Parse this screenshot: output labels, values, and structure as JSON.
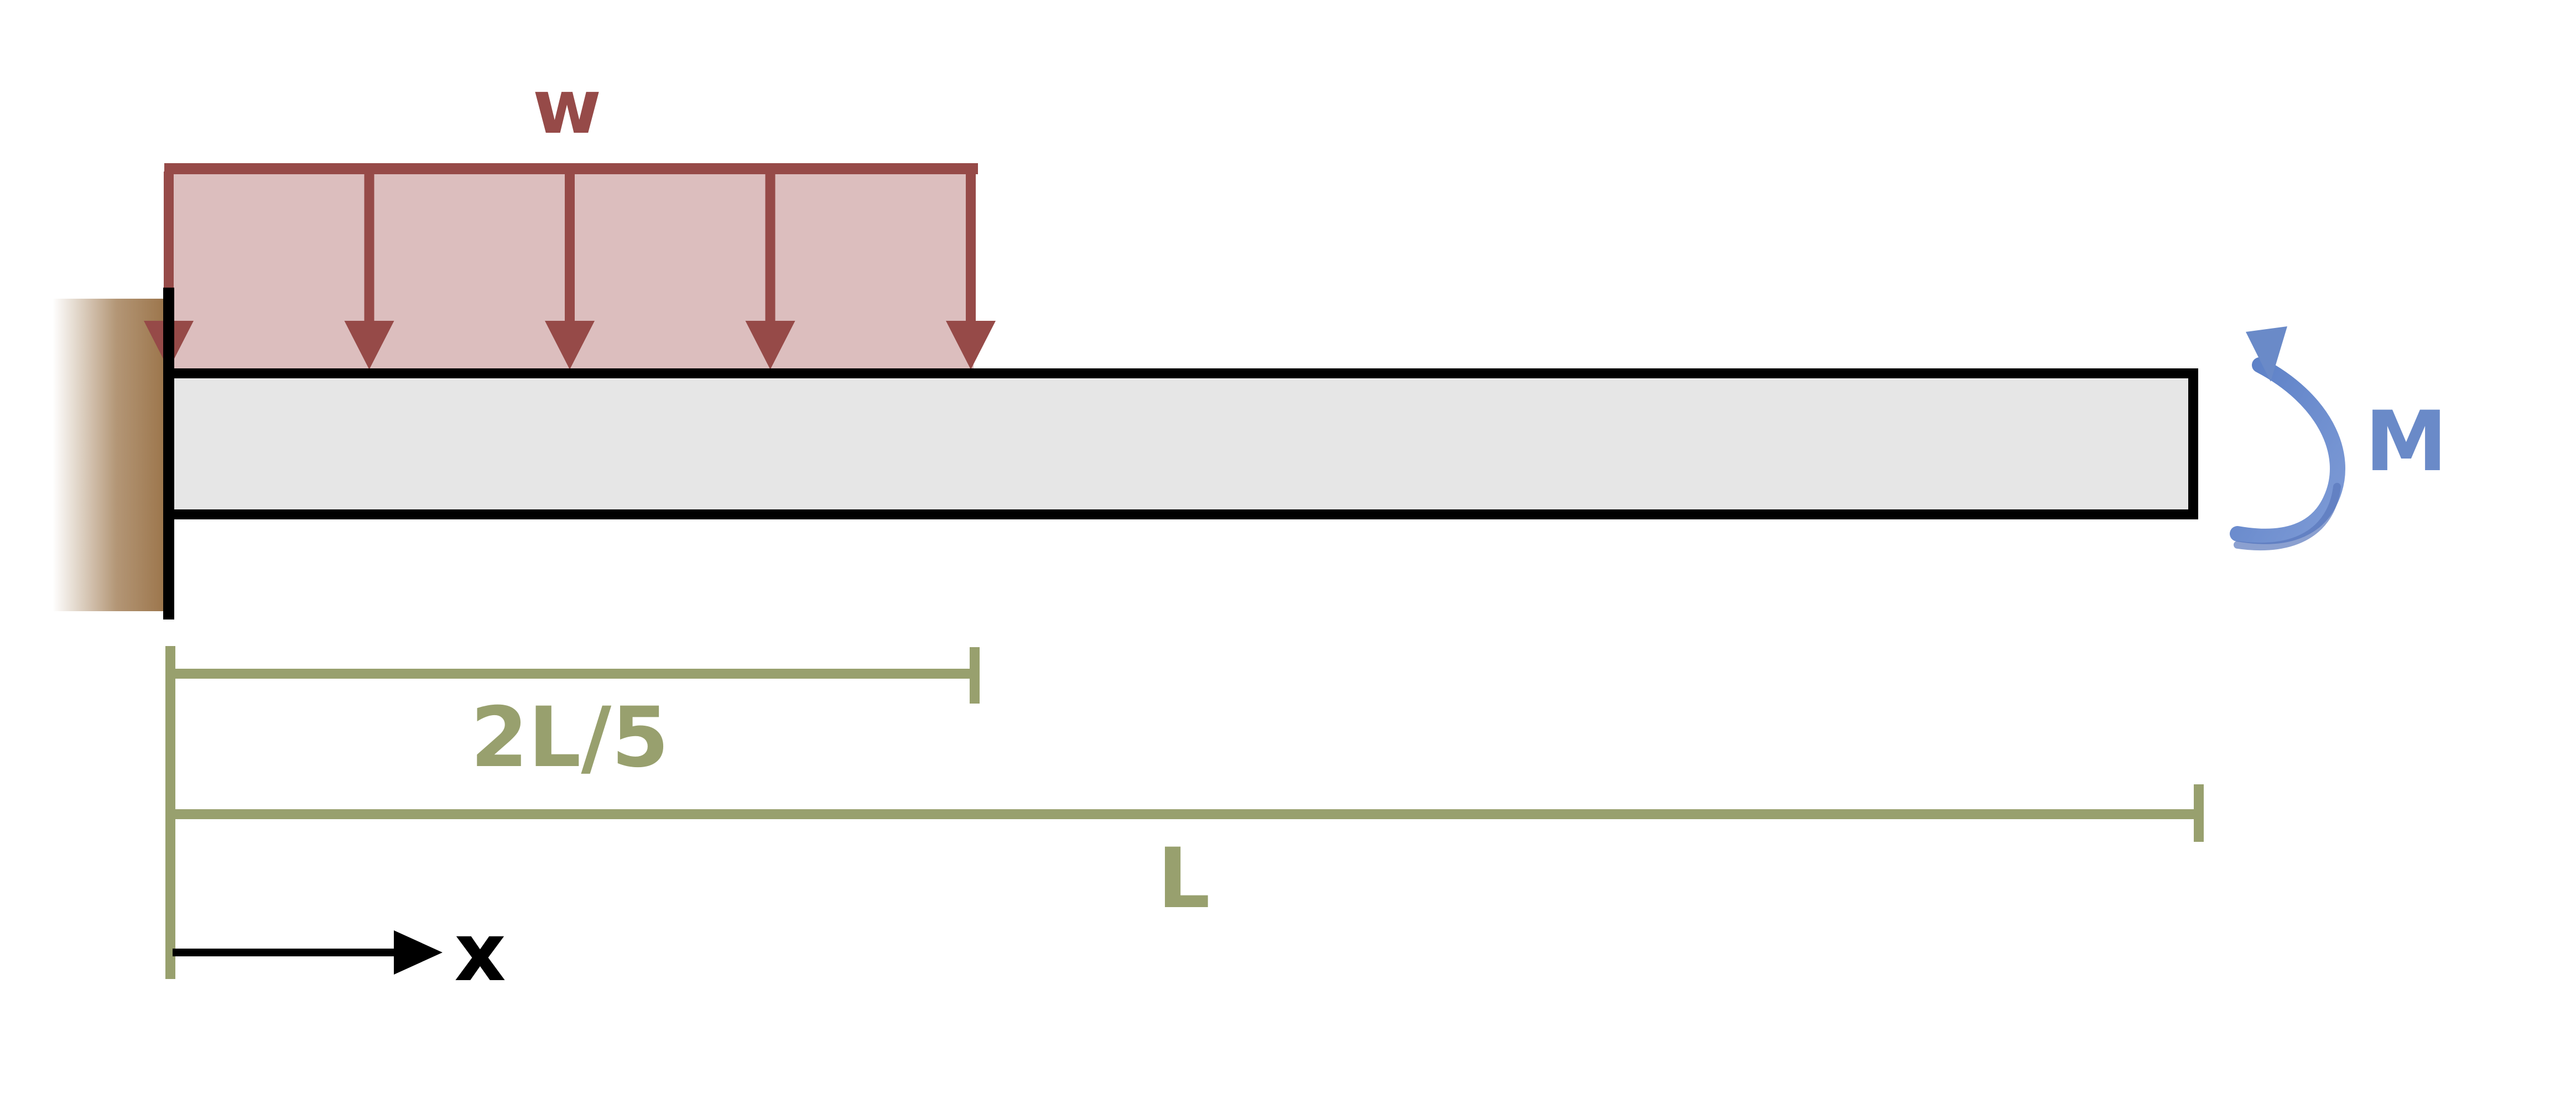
{
  "labels": {
    "load": "w",
    "moment": "M",
    "load_length": "2L/5",
    "beam_length": "L",
    "axis": "x"
  },
  "colors": {
    "load": "#964a48",
    "load_fill": "#dcbebe",
    "moment": "#6a8ac8",
    "dimension": "#98a06e",
    "beam_fill": "#e6e6e6",
    "beam_stroke": "#000000",
    "wall": "#9a7348",
    "axis": "#000000"
  },
  "load_arrow_count": 5
}
